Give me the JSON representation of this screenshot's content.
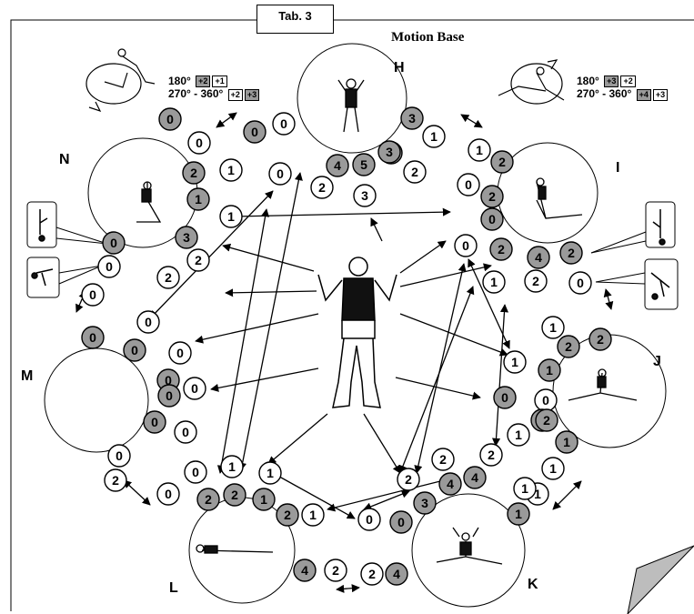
{
  "tab_label": "Tab. 3",
  "title": "Motion Base",
  "letters": {
    "H": "H",
    "I": "I",
    "J": "J",
    "K": "K",
    "L": "L",
    "M": "M",
    "N": "N"
  },
  "rot_left": {
    "line1": "180°",
    "b1a": "+2",
    "b1b": "+1",
    "line2": "270° - 360°",
    "b2a": "+2",
    "b2b": "+3"
  },
  "rot_right": {
    "line1": "180°",
    "b1a": "+3",
    "b1b": "+2",
    "line2": "270° - 360°",
    "b2a": "+4",
    "b2b": "+3"
  },
  "nodes": [
    {
      "v": "0",
      "g": true
    },
    {
      "v": "0",
      "g": false
    },
    {
      "v": "0",
      "g": true
    },
    {
      "v": "0",
      "g": false
    },
    {
      "v": "3",
      "g": true
    },
    {
      "v": "1",
      "g": false
    },
    {
      "v": "1",
      "g": false
    },
    {
      "v": "2",
      "g": true
    },
    {
      "v": "0",
      "g": false
    },
    {
      "v": "4",
      "g": true
    },
    {
      "v": "5",
      "g": true
    },
    {
      "v": "3",
      "g": true
    },
    {
      "v": "2",
      "g": false
    },
    {
      "v": "2",
      "g": false
    },
    {
      "v": "3",
      "g": false
    },
    {
      "v": "2",
      "g": true
    },
    {
      "v": "1",
      "g": false
    },
    {
      "v": "1",
      "g": true
    },
    {
      "v": "1",
      "g": false
    },
    {
      "v": "0",
      "g": false
    },
    {
      "v": "2",
      "g": true
    },
    {
      "v": "0",
      "g": true
    },
    {
      "v": "3",
      "g": true
    },
    {
      "v": "3",
      "g": true
    },
    {
      "v": "2",
      "g": false
    },
    {
      "v": "2",
      "g": false
    },
    {
      "v": "0",
      "g": true
    },
    {
      "v": "0",
      "g": false
    },
    {
      "v": "0",
      "g": false
    },
    {
      "v": "2",
      "g": true
    },
    {
      "v": "4",
      "g": true
    },
    {
      "v": "2",
      "g": false
    },
    {
      "v": "2",
      "g": true
    },
    {
      "v": "0",
      "g": false
    },
    {
      "v": "1",
      "g": false
    },
    {
      "v": "0",
      "g": false
    },
    {
      "v": "0",
      "g": false
    },
    {
      "v": "1",
      "g": false
    },
    {
      "v": "2",
      "g": true
    },
    {
      "v": "2",
      "g": true
    },
    {
      "v": "0",
      "g": true
    },
    {
      "v": "0",
      "g": true
    },
    {
      "v": "0",
      "g": false
    },
    {
      "v": "1",
      "g": false
    },
    {
      "v": "1",
      "g": true
    },
    {
      "v": "0",
      "g": false
    },
    {
      "v": "0",
      "g": true
    },
    {
      "v": "0",
      "g": true
    },
    {
      "v": "0",
      "g": false
    },
    {
      "v": "0",
      "g": true
    },
    {
      "v": "0",
      "g": false
    },
    {
      "v": "0",
      "g": true
    },
    {
      "v": "0",
      "g": false
    },
    {
      "v": "2",
      "g": true
    },
    {
      "v": "1",
      "g": false
    },
    {
      "v": "1",
      "g": true
    },
    {
      "v": "0",
      "g": true
    },
    {
      "v": "1",
      "g": false
    },
    {
      "v": "1",
      "g": false
    },
    {
      "v": "0",
      "g": false
    },
    {
      "v": "1",
      "g": false
    },
    {
      "v": "1",
      "g": false
    },
    {
      "v": "2",
      "g": false
    },
    {
      "v": "2",
      "g": false
    },
    {
      "v": "2",
      "g": false
    },
    {
      "v": "0",
      "g": false
    },
    {
      "v": "2",
      "g": true
    },
    {
      "v": "2",
      "g": true
    },
    {
      "v": "1",
      "g": true
    },
    {
      "v": "2",
      "g": true
    },
    {
      "v": "1",
      "g": false
    },
    {
      "v": "0",
      "g": false
    },
    {
      "v": "0",
      "g": true
    },
    {
      "v": "3",
      "g": true
    },
    {
      "v": "4",
      "g": true
    },
    {
      "v": "4",
      "g": true
    },
    {
      "v": "1",
      "g": true
    },
    {
      "v": "4",
      "g": true
    },
    {
      "v": "2",
      "g": false
    },
    {
      "v": "2",
      "g": false
    },
    {
      "v": "4",
      "g": true
    },
    {
      "v": "2",
      "g": false
    },
    {
      "v": "1",
      "g": false
    }
  ]
}
